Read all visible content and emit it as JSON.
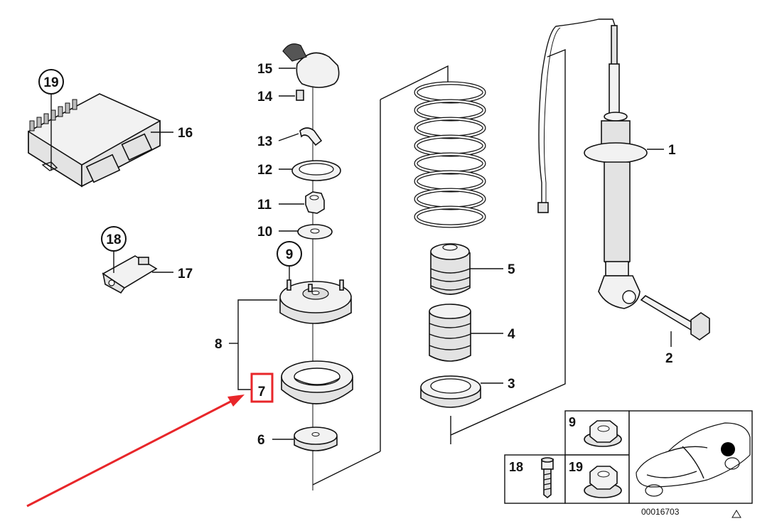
{
  "labels": {
    "p1": "1",
    "p2": "2",
    "p3": "3",
    "p4": "4",
    "p5": "5",
    "p6": "6",
    "p7": "7",
    "p8": "8",
    "p9": "9",
    "p10": "10",
    "p11": "11",
    "p12": "12",
    "p13": "13",
    "p14": "14",
    "p15": "15",
    "p16": "16",
    "p17": "17",
    "p18": "18",
    "p19": "19"
  },
  "legend": {
    "box_9": "9",
    "box_18": "18",
    "box_19": "19"
  },
  "reference_number": "00016703",
  "highlight": {
    "part": "7",
    "color": "#e8262a"
  }
}
